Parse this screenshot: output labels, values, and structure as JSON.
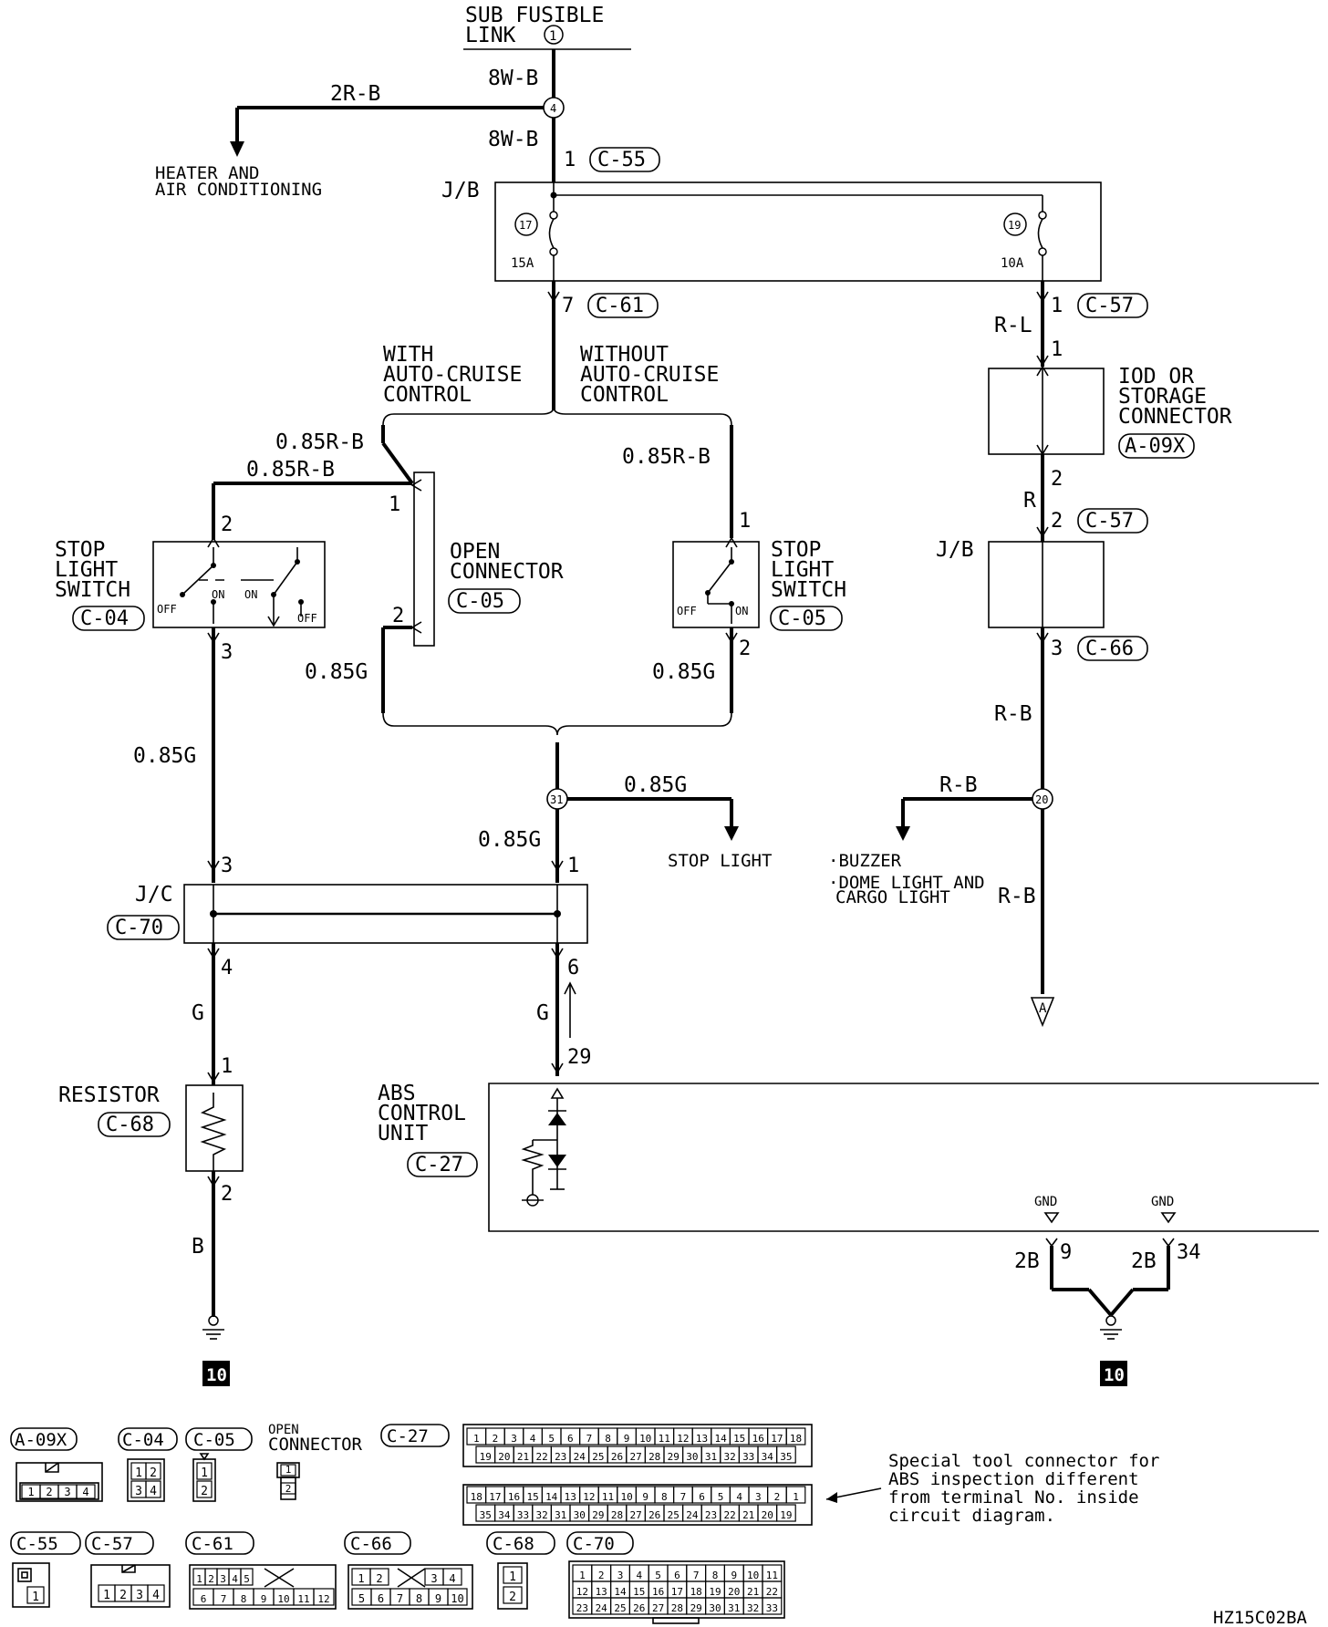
{
  "title_top": {
    "line1": "SUB FUSIBLE",
    "line2": "LINK",
    "num": "1"
  },
  "wires": {
    "w8wb_1": "8W-B",
    "w8wb_2": "8W-B",
    "w2rb": "2R-B",
    "w085rb_1": "0.85R-B",
    "w085rb_2": "0.85R-B",
    "w085rb_3": "0.85R-B",
    "w085g_1": "0.85G",
    "w085g_2": "0.85G",
    "w085g_3": "0.85G",
    "w085g_4": "0.85G",
    "w085g_5": "0.85G",
    "wrl": "R-L",
    "wr": "R",
    "wrb_1": "R-B",
    "wrb_2": "R-B",
    "wrb_3": "R-B",
    "wg_1": "G",
    "wg_2": "G",
    "wb": "B",
    "w2b_1": "2B",
    "w2b_2": "2B"
  },
  "nodes": {
    "n4": "4",
    "n17": "17",
    "n19": "19",
    "n31": "31",
    "n20": "20"
  },
  "fuses": {
    "f15": "15A",
    "f10": "10A"
  },
  "labels": {
    "heater_1": "HEATER AND",
    "heater_2": "AIR CONDITIONING",
    "jb1": "J/B",
    "jb2": "J/B",
    "jc": "J/C",
    "with_1": "WITH",
    "with_2": "AUTO-CRUISE",
    "with_3": "CONTROL",
    "without_1": "WITHOUT",
    "without_2": "AUTO-CRUISE",
    "without_3": "CONTROL",
    "stop_sw_1": "STOP",
    "stop_sw_2": "LIGHT",
    "stop_sw_3": "SWITCH",
    "stop_sw2_1": "STOP",
    "stop_sw2_2": "LIGHT",
    "stop_sw2_3": "SWITCH",
    "open_1": "OPEN",
    "open_2": "CONNECTOR",
    "iod_1": "IOD OR",
    "iod_2": "STORAGE",
    "iod_3": "CONNECTOR",
    "stop_light": "STOP LIGHT",
    "buzzer": "·BUZZER",
    "dome_1": "·DOME LIGHT AND",
    "dome_2": "CARGO LIGHT",
    "resistor": "RESISTOR",
    "abs_1": "ABS",
    "abs_2": "CONTROL",
    "abs_3": "UNIT",
    "gnd_1": "GND",
    "gnd_2": "GND",
    "off_1": "OFF",
    "on_1": "ON",
    "on_2": "ON",
    "off_2": "OFF",
    "off_3": "OFF",
    "on_3": "ON",
    "ground_1": "10",
    "ground_2": "10",
    "arrow_a": "A",
    "note_1": "Special tool connector for",
    "note_2": "ABS inspection different",
    "note_3": "from terminal No. inside",
    "note_4": "circuit diagram.",
    "code": "HZ15C02BA",
    "open_conn_view_1": "OPEN",
    "open_conn_view_2": "CONNECTOR"
  },
  "connectors": {
    "c55": "C-55",
    "c61": "C-61",
    "c57a": "C-57",
    "c57b": "C-57",
    "a09x": "A-09X",
    "c66": "C-66",
    "c04": "C-04",
    "c05a": "C-05",
    "c05b": "C-05",
    "c70": "C-70",
    "c68": "C-68",
    "c27": "C-27"
  },
  "pins": {
    "p1_c55": "1",
    "p7_c61": "7",
    "p1_c57": "1",
    "p1_iod": "1",
    "p2_iod": "2",
    "p2_c57": "2",
    "p3_c66": "3",
    "p2_sw": "2",
    "p3_sw": "3",
    "p1_open": "1",
    "p2_open": "2",
    "p1_sw2": "1",
    "p2_sw2": "2",
    "p3_jc": "3",
    "p1_jc": "1",
    "p4_jc": "4",
    "p6_jc": "6",
    "p1_res": "1",
    "p2_res": "2",
    "p29": "29",
    "p9": "9",
    "p34": "34"
  },
  "legend": {
    "row1": [
      "A-09X",
      "C-04",
      "C-05",
      "C-27"
    ],
    "row2": [
      "C-55",
      "C-57",
      "C-61",
      "C-66",
      "C-68",
      "C-70"
    ],
    "c27_top": [
      "1",
      "2",
      "3",
      "4",
      "5",
      "6",
      "7",
      "8",
      "9",
      "10",
      "11",
      "12",
      "13",
      "14",
      "15",
      "16",
      "17",
      "18"
    ],
    "c27_top2": [
      "19",
      "20",
      "21",
      "22",
      "23",
      "24",
      "25",
      "26",
      "27",
      "28",
      "29",
      "30",
      "31",
      "32",
      "33",
      "34",
      "35"
    ],
    "c27_bot": [
      "18",
      "17",
      "16",
      "15",
      "14",
      "13",
      "12",
      "11",
      "10",
      "9",
      "8",
      "7",
      "6",
      "5",
      "4",
      "3",
      "2",
      "1"
    ],
    "c27_bot2": [
      "35",
      "34",
      "33",
      "32",
      "31",
      "30",
      "29",
      "28",
      "27",
      "26",
      "25",
      "24",
      "23",
      "22",
      "21",
      "20",
      "19"
    ],
    "a09x_pins": [
      "1",
      "2",
      "3",
      "4"
    ],
    "c04_pins": [
      "1",
      "2",
      "3",
      "4"
    ],
    "c05_pins": [
      "1",
      "2"
    ],
    "open_pins": [
      "1",
      "2"
    ],
    "c55_pins": [
      "1"
    ],
    "c57_pins": [
      "1",
      "2",
      "3",
      "4"
    ],
    "c61_pins": [
      "1",
      "2",
      "3",
      "4",
      "5",
      "6",
      "7",
      "8",
      "9",
      "10",
      "11",
      "12"
    ],
    "c66_pins": [
      "1",
      "2",
      "3",
      "4",
      "5",
      "6",
      "7",
      "8",
      "9",
      "10"
    ],
    "c68_pins": [
      "1",
      "2"
    ],
    "c70_r1": [
      "1",
      "2",
      "3",
      "4",
      "5",
      "6",
      "7",
      "8",
      "9",
      "10",
      "11"
    ],
    "c70_r2": [
      "12",
      "13",
      "14",
      "15",
      "16",
      "17",
      "18",
      "19",
      "20",
      "21",
      "22"
    ],
    "c70_r3": [
      "23",
      "24",
      "25",
      "26",
      "27",
      "28",
      "29",
      "30",
      "31",
      "32",
      "33"
    ]
  }
}
